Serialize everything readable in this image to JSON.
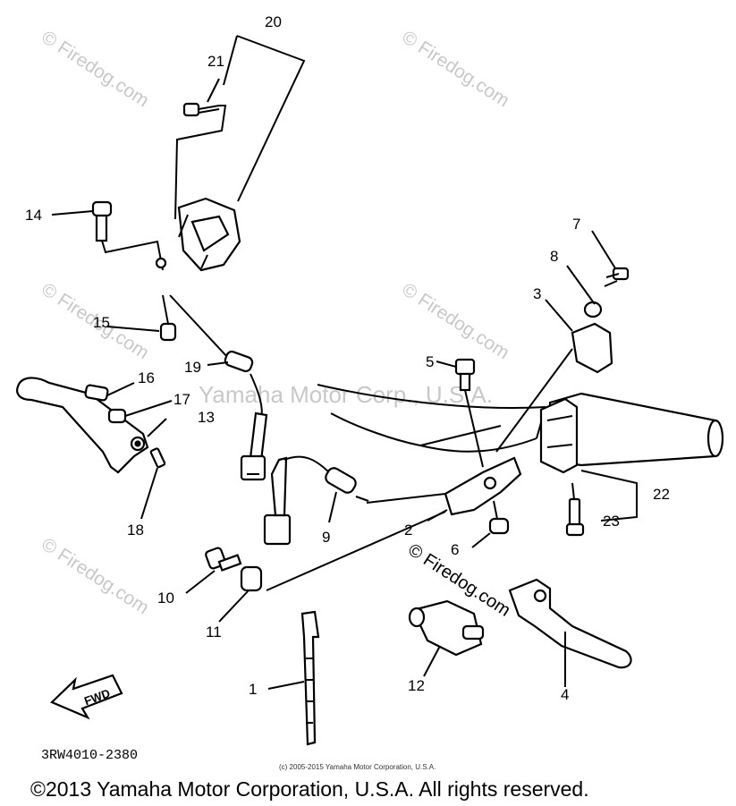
{
  "watermarks": {
    "firedog": "© Firedog.com",
    "yamaha": "Yamaha Motor Corp., U.S.A."
  },
  "callouts": {
    "c1": "1",
    "c2": "2",
    "c3": "3",
    "c4": "4",
    "c5": "5",
    "c6": "6",
    "c7": "7",
    "c8": "8",
    "c9": "9",
    "c10": "10",
    "c11": "11",
    "c12": "12",
    "c13": "13",
    "c14": "14",
    "c15": "15",
    "c16": "16",
    "c17": "17",
    "c18": "18",
    "c19": "19",
    "c20": "20",
    "c21": "21",
    "c22": "22",
    "c23": "23"
  },
  "fwd_label": "FWD",
  "diagram_code": "3RW4010-2380",
  "small_copyright": "(c) 2005-2015 Yamaha Motor Corporation, U.S.A.",
  "footer_copyright": "©2013 Yamaha Motor Corporation, U.S.A. All rights reserved."
}
